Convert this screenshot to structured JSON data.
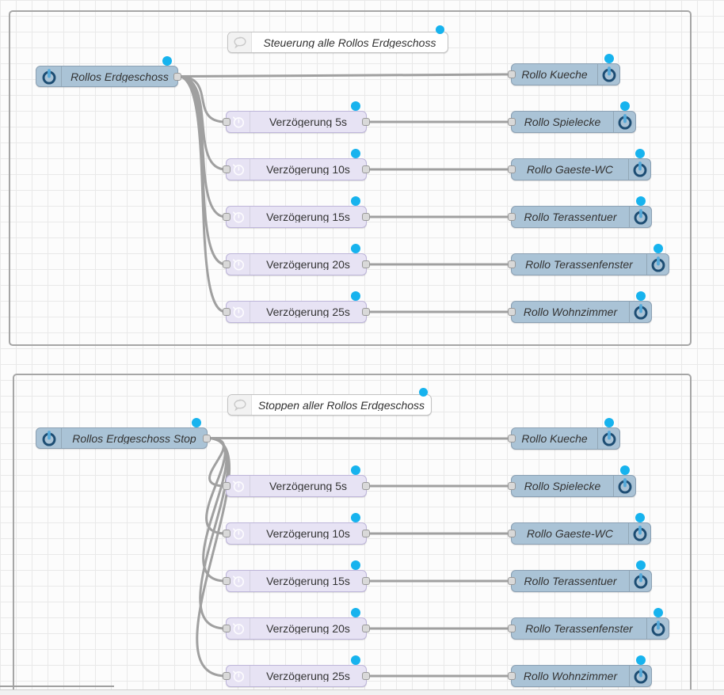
{
  "flow": {
    "groups": [
      {
        "comment": "Steuerung alle Rollos Erdgeschoss",
        "trigger": "Rollos Erdgeschoss",
        "delays": [
          "Verzögerung 5s",
          "Verzögerung 10s",
          "Verzögerung 15s",
          "Verzögerung 20s",
          "Verzögerung 25s"
        ],
        "outputs": [
          "Rollo Kueche",
          "Rollo Spielecke",
          "Rollo Gaeste-WC",
          "Rollo Terassentuer",
          "Rollo Terassenfenster",
          "Rollo Wohnzimmer"
        ]
      },
      {
        "comment": "Stoppen aller Rollos Erdgeschoss",
        "trigger": "Rollos Erdgeschoss Stop",
        "delays": [
          "Verzögerung 5s",
          "Verzögerung 10s",
          "Verzögerung 15s",
          "Verzögerung 20s",
          "Verzögerung 25s"
        ],
        "outputs": [
          "Rollo Kueche",
          "Rollo Spielecke",
          "Rollo Gaeste-WC",
          "Rollo Terassentuer",
          "Rollo Terassenfenster",
          "Rollo Wohnzimmer"
        ]
      }
    ],
    "icons": {
      "trigger": "power-icon",
      "output": "power-icon",
      "delay": "timer-icon",
      "comment": "speech-bubble-icon"
    },
    "colors": {
      "trigger_fill": "#aac3d6",
      "trigger_border": "#8ba0b3",
      "delay_fill": "#e7e3f4",
      "delay_border": "#bdb5d9",
      "comment_fill": "#ffffff",
      "comment_border": "#c3c3c3",
      "wire": "#a0a0a0",
      "port_fill": "#d9d9d9",
      "port_border": "#999999",
      "changed_dot": "#17b3ee",
      "group_border": "#a6a6a6",
      "power_icon_ring": "#1d4d73",
      "power_icon_bar": "#55a9d9",
      "timer_icon": "rgba(255,255,255,0.85)",
      "speech_bubble_icon": "#c9c9c9"
    }
  }
}
